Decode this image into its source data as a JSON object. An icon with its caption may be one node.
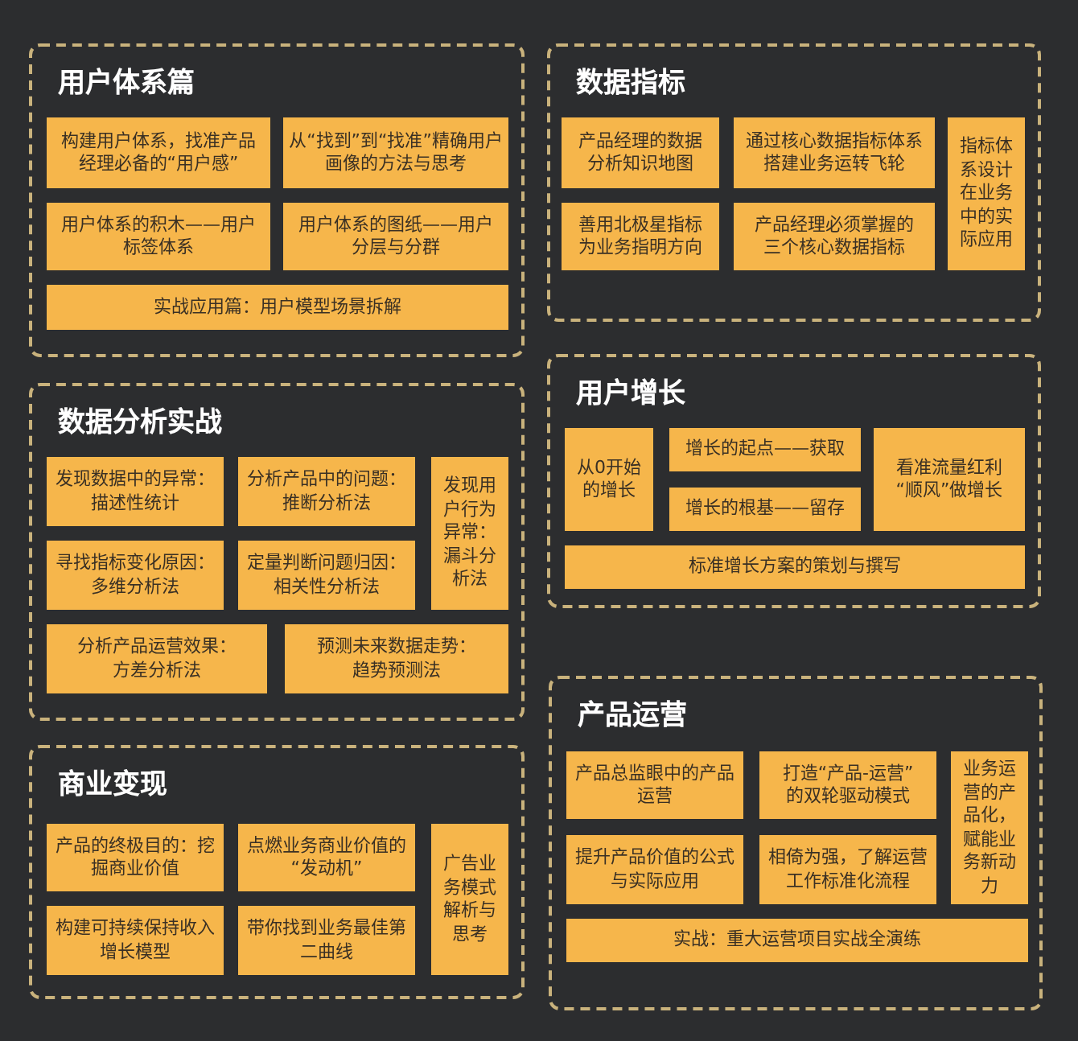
{
  "diagram": {
    "nodes": [
      {
        "text": [
          "用户体系篇"
        ]
      },
      {
        "text": [
          "构建用户体系，找准产品经理必备的“用户感”"
        ],
        "in": 0
      },
      {
        "text": [
          "从“找到”到“找准”精确用户画像的方法与思考"
        ],
        "in": 0
      },
      {
        "text": [
          "用户体系的积木——用户标签体系"
        ],
        "in": 0
      },
      {
        "text": [
          "用户体系的图纸——用户分层与分群"
        ],
        "in": 0
      },
      {
        "text": [
          "实战应用篇：用户模型场景拆解"
        ],
        "in": 0
      },
      {
        "text": [
          "数据指标"
        ]
      },
      {
        "text": [
          "产品经理的数据分析知识地图"
        ],
        "in": 6
      },
      {
        "text": [
          "通过核心数据指标体系搭建业务运转飞轮"
        ],
        "in": 6
      },
      {
        "text": [
          "指标体系设计在业务中的实际应用"
        ],
        "in": 6
      },
      {
        "text": [
          "善用北极星指标为业务指明方向"
        ],
        "in": 6
      },
      {
        "text": [
          "产品经理必须掌握的三个核心数据指标"
        ],
        "in": 6
      },
      {
        "text": [
          "数据分析实战"
        ]
      },
      {
        "text": [
          "发现数据中的异常：描述性统计"
        ],
        "in": 12
      },
      {
        "text": [
          "分析产品中的问题：推断分析法"
        ],
        "in": 12
      },
      {
        "text": [
          "发现用户行为异常：漏斗分析法"
        ],
        "in": 12
      },
      {
        "text": [
          "寻找指标变化原因：多维分析法"
        ],
        "in": 12
      },
      {
        "text": [
          "定量判断问题归因：相关性分析法"
        ],
        "in": 12
      },
      {
        "text": [
          "分析产品运营效果：方差分析法"
        ],
        "in": 12
      },
      {
        "text": [
          "预测未来数据走势：趋势预测法"
        ],
        "in": 12
      },
      {
        "text": [
          "用户增长"
        ]
      },
      {
        "text": [
          "从0开始的增长"
        ],
        "in": 20
      },
      {
        "text": [
          "增长的起点——获取"
        ],
        "in": 20
      },
      {
        "text": [
          "增长的根基——留存"
        ],
        "in": 20
      },
      {
        "text": [
          "看准流量红利“顺风”做增长"
        ],
        "in": 20
      },
      {
        "text": [
          "标准增长方案的策划与撰写"
        ],
        "in": 20
      },
      {
        "text": [
          "商业变现"
        ]
      },
      {
        "text": [
          "产品的终极目的：挖掘商业价值"
        ],
        "in": 26
      },
      {
        "text": [
          "点燃业务商业价值的“发动机”"
        ],
        "in": 26
      },
      {
        "text": [
          "广告业务模式解析与思考"
        ],
        "in": 26
      },
      {
        "text": [
          "构建可持续保持收入增长模型"
        ],
        "in": 26
      },
      {
        "text": [
          "带你找到业务最佳第二曲线"
        ],
        "in": 26
      },
      {
        "text": [
          "产品运营"
        ]
      },
      {
        "text": [
          "产品总监眼中的产品运营"
        ],
        "in": 32
      },
      {
        "text": [
          "打造“产品-运营”的双轮驱动模式"
        ],
        "in": 32
      },
      {
        "text": [
          "业务运营的产品化，赋能业务新动力"
        ],
        "in": 32
      },
      {
        "text": [
          "提升产品价值的公式与实际应用"
        ],
        "in": 32
      },
      {
        "text": [
          "相倚为强，了解运营工作标准化流程"
        ],
        "in": 32
      },
      {
        "text": [
          "实战：重大运营项目实战全演练"
        ],
        "in": 32
      }
    ]
  }
}
